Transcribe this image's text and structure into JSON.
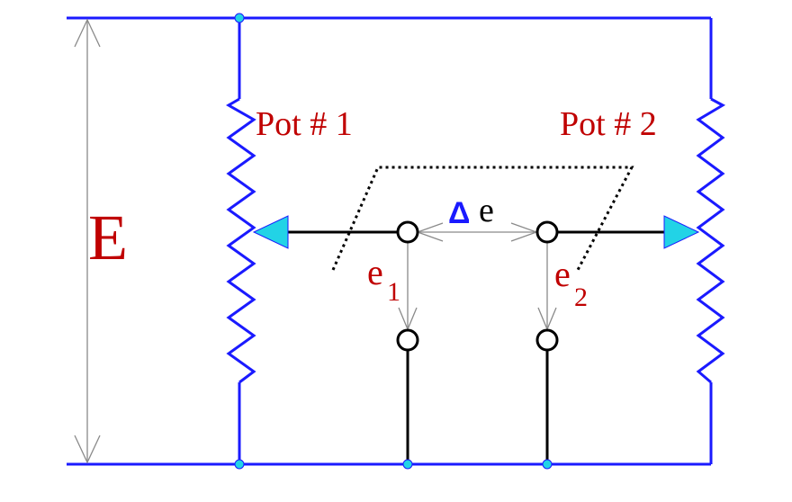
{
  "diagram": {
    "labels": {
      "supply": "E",
      "pot1": "Pot # 1",
      "pot2": "Pot # 2",
      "delta_symbol": "Δ",
      "delta_e": "e",
      "e1_base": "e",
      "e1_sub": "1",
      "e2_base": "e",
      "e2_sub": "2"
    },
    "colors": {
      "wire": "#1a1aff",
      "label": "#c00000",
      "node_dot": "#22d3e6",
      "wiper_arrow": "#22d3e6",
      "delta": "#1a1aff"
    }
  }
}
